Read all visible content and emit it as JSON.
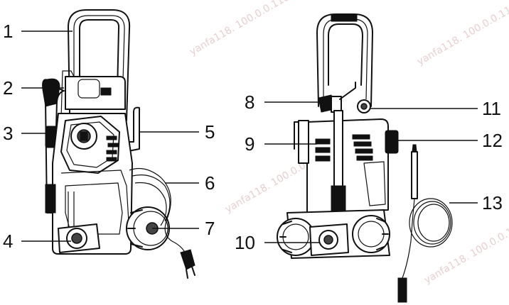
{
  "watermark": "yanfa118. 100.0.0.118",
  "callouts": [
    {
      "label": "1"
    },
    {
      "label": "2"
    },
    {
      "label": "3"
    },
    {
      "label": "4"
    },
    {
      "label": "5"
    },
    {
      "label": "6"
    },
    {
      "label": "7"
    },
    {
      "label": "8"
    },
    {
      "label": "9"
    },
    {
      "label": "10"
    },
    {
      "label": "11"
    },
    {
      "label": "12"
    },
    {
      "label": "13"
    }
  ],
  "colors": {
    "ink": "#111111",
    "paper": "#ffffff",
    "watermark": "#e9cfcf"
  }
}
